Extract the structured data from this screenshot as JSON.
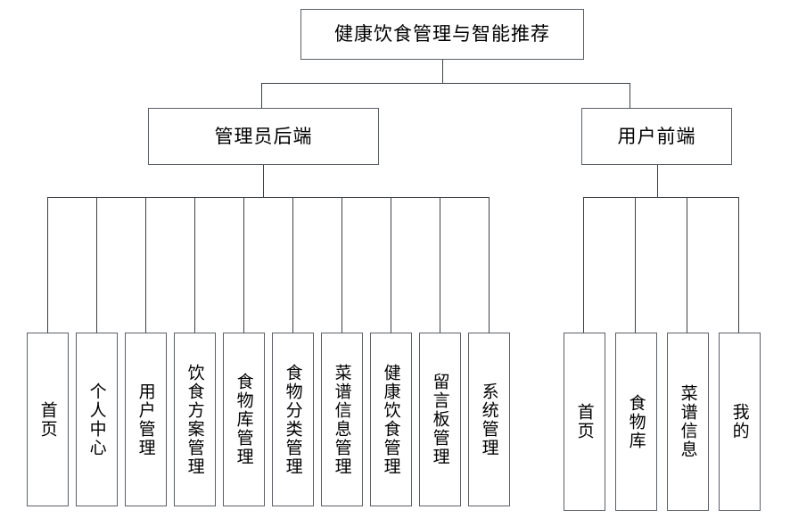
{
  "diagram": {
    "title": "健康饮食管理与智能推荐",
    "type": "tree-hierarchy",
    "orientation": "top-down",
    "root": {
      "label": "健康饮食管理与智能推荐"
    },
    "branches": [
      {
        "id": "admin",
        "label": "管理员后端",
        "children": [
          {
            "label": "首页"
          },
          {
            "label": "个人中心"
          },
          {
            "label": "用户管理"
          },
          {
            "label": "饮食方案管理"
          },
          {
            "label": "食物库管理"
          },
          {
            "label": "食物分类管理"
          },
          {
            "label": "菜谱信息管理"
          },
          {
            "label": "健康饮食管理"
          },
          {
            "label": "留言板管理"
          },
          {
            "label": "系统管理"
          }
        ]
      },
      {
        "id": "user",
        "label": "用户前端",
        "children": [
          {
            "label": "首页"
          },
          {
            "label": "食物库"
          },
          {
            "label": "菜谱信息"
          },
          {
            "label": "我的"
          }
        ]
      }
    ],
    "colors": {
      "background": "#ffffff",
      "box_border": "#5b5f66",
      "connector": "#3d4045",
      "text": "#000000"
    }
  }
}
